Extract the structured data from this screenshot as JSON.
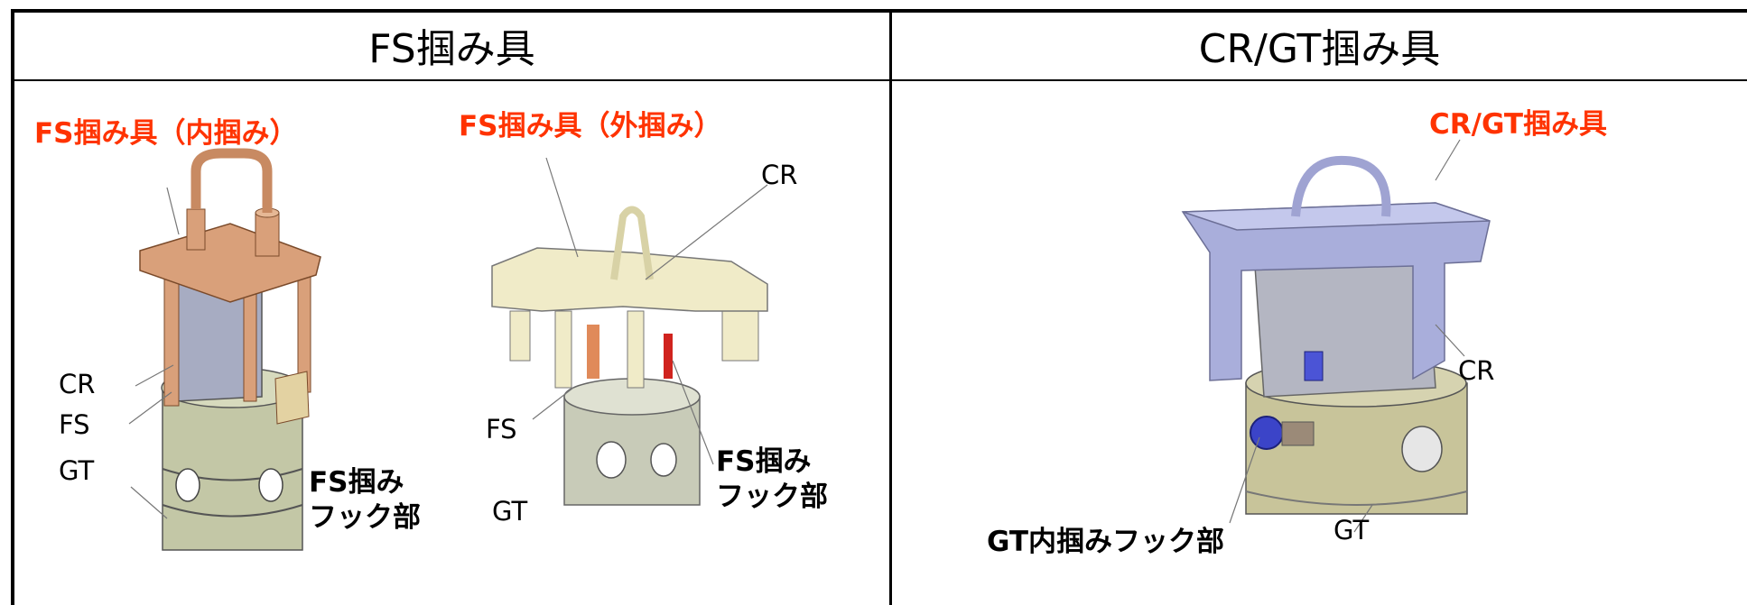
{
  "headers": {
    "left": "FS掴み具",
    "right": "CR/GT掴み具"
  },
  "left_panel": {
    "title_inner": "FS掴み具（内掴み）",
    "title_outer": "FS掴み具（外掴み）",
    "inner_labels": {
      "cr": "CR",
      "fs": "FS",
      "gt": "GT",
      "hook": "FS掴み\nフック部"
    },
    "outer_labels": {
      "cr": "CR",
      "fs": "FS",
      "gt": "GT",
      "hook": "FS掴み\nフック部"
    }
  },
  "right_panel": {
    "title": "CR/GT掴み具",
    "labels": {
      "cr": "CR",
      "gt": "GT",
      "hook": "GT内掴みフック部"
    }
  },
  "colors": {
    "label_red": "#ff3300",
    "inner_tool": "#d9a07a",
    "outer_tool": "#f0ebc8",
    "crgt_tool": "#a9aedb",
    "gt_tube": "#c8c49a"
  }
}
